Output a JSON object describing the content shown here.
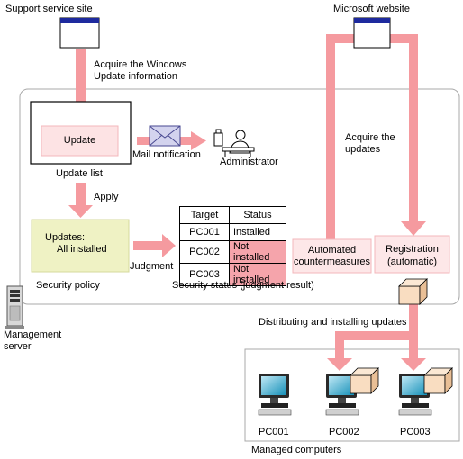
{
  "labels": {
    "support_site": "Support service site",
    "microsoft_site": "Microsoft website",
    "acquire_windows_update": [
      "Acquire the Windows",
      "Update information"
    ],
    "update_box": "Update",
    "update_list": "Update list",
    "mail_notification": "Mail notification",
    "administrator": "Administrator",
    "apply": "Apply",
    "updates_heading": "Updates:",
    "updates_value": "All installed",
    "security_policy": "Security policy",
    "judgment": "Judgment",
    "security_status_caption": "Security status (judgment result)",
    "acquire_updates": [
      "Acquire the",
      "updates"
    ],
    "automated_countermeasures": [
      "Automated",
      "countermeasures"
    ],
    "registration": [
      "Registration",
      "(automatic)"
    ],
    "management_server": [
      "Management",
      "server"
    ],
    "distributing": "Distributing and installing updates",
    "managed_computers": "Managed computers"
  },
  "status_table": {
    "headers": [
      "Target",
      "Status"
    ],
    "rows": [
      {
        "target": "PC001",
        "status": "Installed",
        "ok": true
      },
      {
        "target": "PC002",
        "status": "Not installed",
        "ok": false
      },
      {
        "target": "PC003",
        "status": "Not installed",
        "ok": false
      }
    ]
  },
  "computers": [
    "PC001",
    "PC002",
    "PC003"
  ],
  "colors": {
    "arrow": "#f59a9f",
    "update_box_fill": "#fde3e4",
    "policy_fill": "#eff2c4",
    "registration_fill": "#fde7e8",
    "not_installed_fill": "#f5a4ab",
    "package": "#f9ddc1"
  }
}
